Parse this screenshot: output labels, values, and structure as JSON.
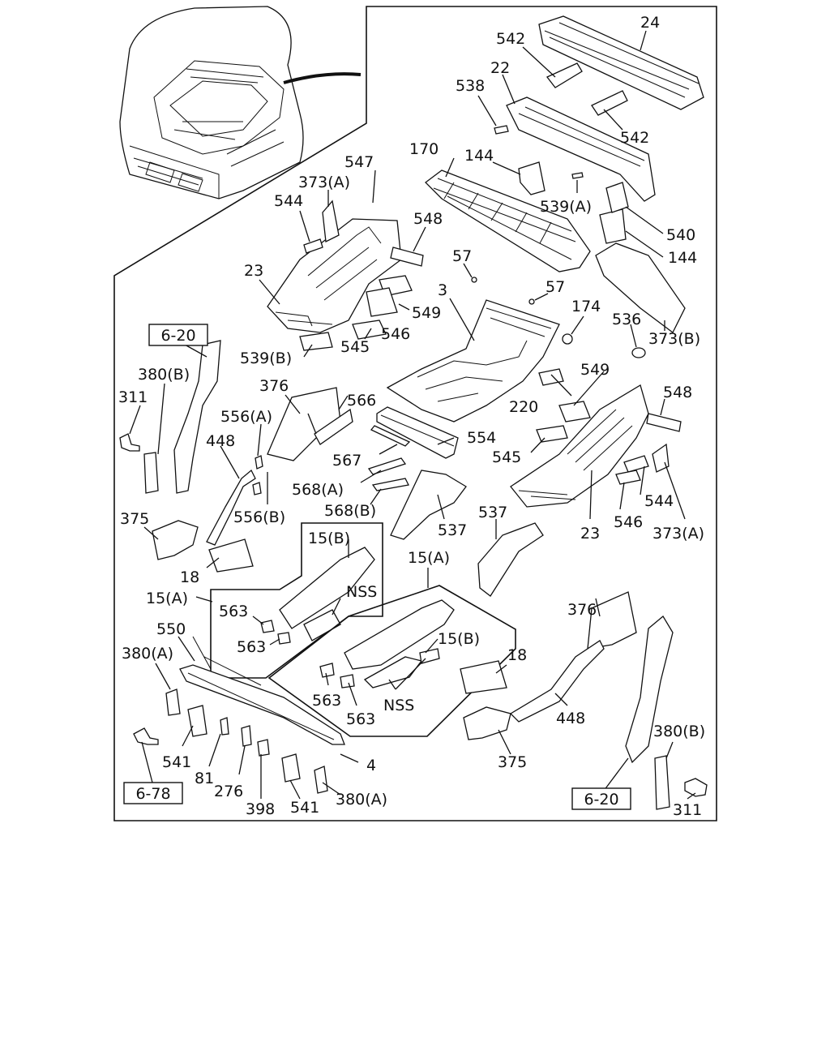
{
  "refs": {
    "r_6_20_left": "6-20",
    "r_6_20_right": "6-20",
    "r_6_78": "6-78"
  },
  "labels": {
    "l_24": "24",
    "l_542a": "542",
    "l_22": "22",
    "l_538": "538",
    "l_542b": "542",
    "l_170": "170",
    "l_144a": "144",
    "l_547": "547",
    "l_373a_top": "373(A)",
    "l_539a": "539(A)",
    "l_540": "540",
    "l_144b": "144",
    "l_544a": "544",
    "l_548a": "548",
    "l_57a": "57",
    "l_57b": "57",
    "l_23a": "23",
    "l_3": "3",
    "l_549a": "549",
    "l_174": "174",
    "l_536": "536",
    "l_546a": "546",
    "l_545a": "545",
    "l_373b": "373(B)",
    "l_539b": "539(B)",
    "l_380b_left": "380(B)",
    "l_311_left": "311",
    "l_376a": "376",
    "l_566": "566",
    "l_549b": "549",
    "l_548b": "548",
    "l_220": "220",
    "l_556a": "556(A)",
    "l_448a": "448",
    "l_554": "554",
    "l_545b": "545",
    "l_567": "567",
    "l_568a": "568(A)",
    "l_544b": "544",
    "l_556b": "556(B)",
    "l_568b": "568(B)",
    "l_537a": "537",
    "l_537b": "537",
    "l_23b": "23",
    "l_546b": "546",
    "l_373a_right": "373(A)",
    "l_375a": "375",
    "l_15b_top": "15(B)",
    "l_15a_mid": "15(A)",
    "l_18a": "18",
    "l_nss_a": "NSS",
    "l_15a_left": "15(A)",
    "l_563a": "563",
    "l_376b": "376",
    "l_550": "550",
    "l_563b": "563",
    "l_15b_right": "15(B)",
    "l_380a_left": "380(A)",
    "l_18b": "18",
    "l_563c": "563",
    "l_563d": "563",
    "l_nss_b": "NSS",
    "l_448b": "448",
    "l_380b_right": "380(B)",
    "l_541a": "541",
    "l_375b": "375",
    "l_4": "4",
    "l_81": "81",
    "l_276": "276",
    "l_398": "398",
    "l_541b": "541",
    "l_380a_bottom": "380(A)",
    "l_311_right": "311"
  },
  "icons": [
    "cab-overview-illustration",
    "floor-panel-assembly"
  ]
}
